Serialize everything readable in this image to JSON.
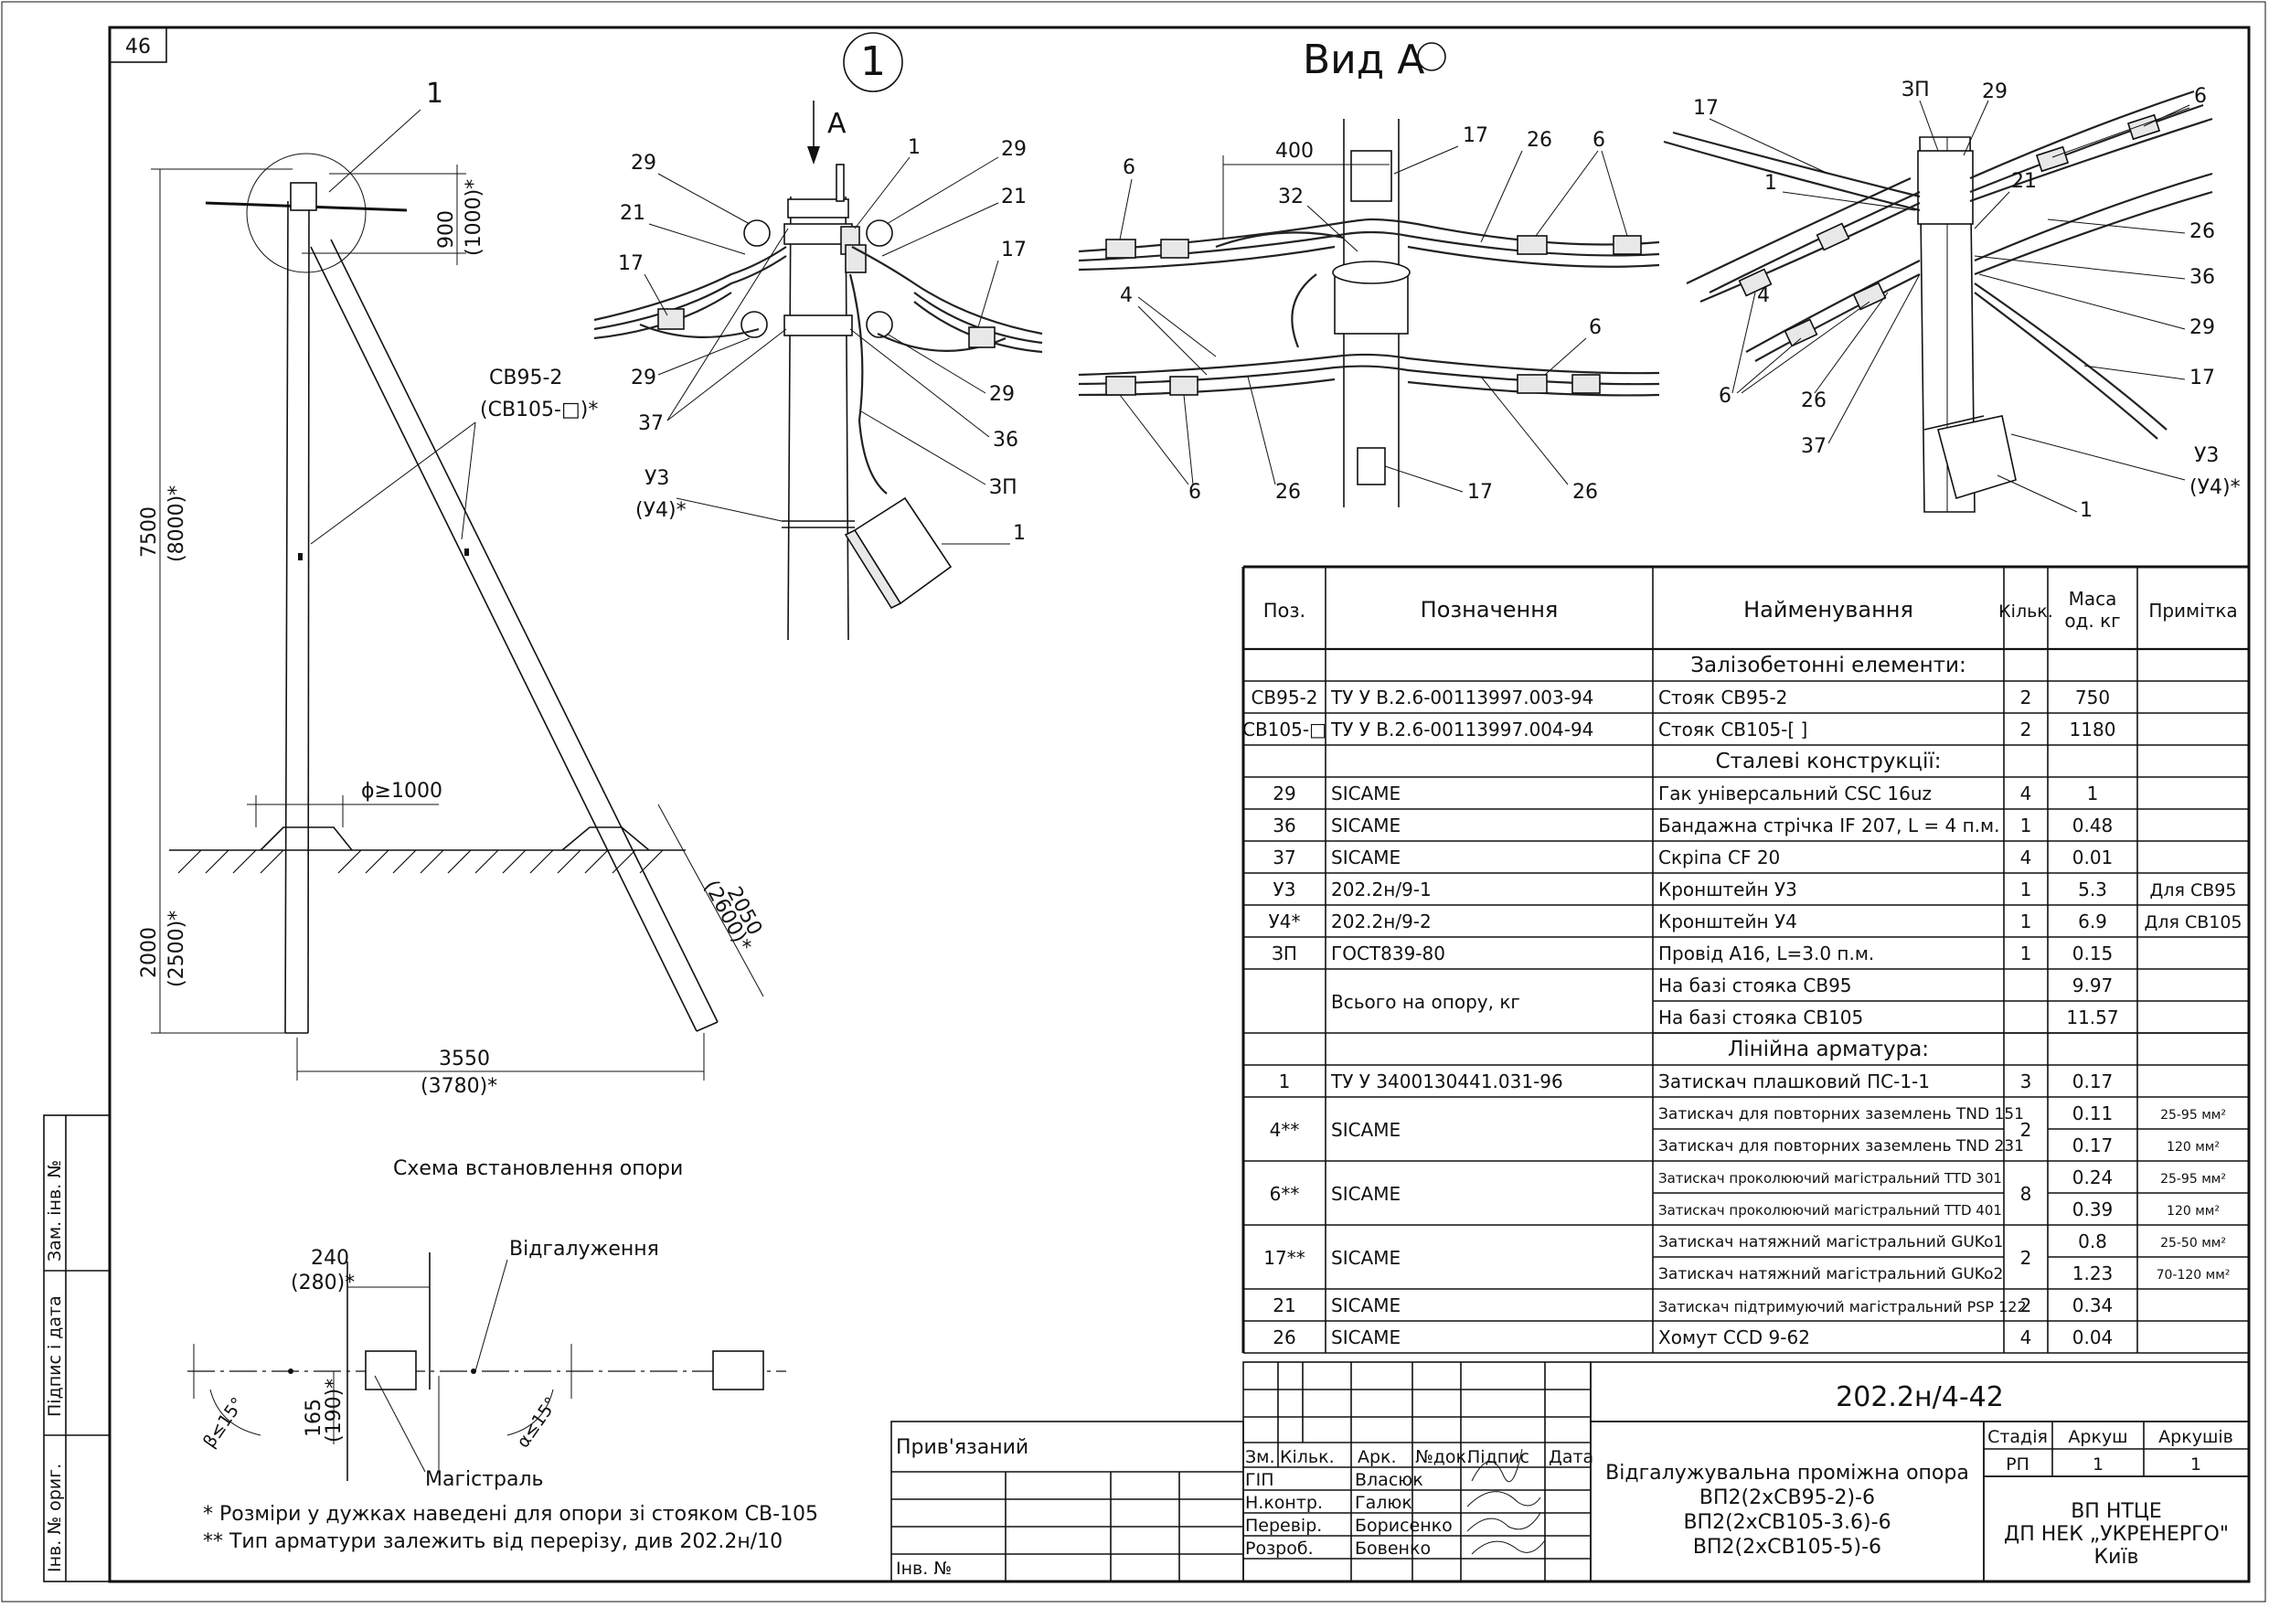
{
  "sheet_number": "46",
  "callout_1": "1",
  "view_title": "Вид А",
  "left_side_labels": [
    "Інв. № ориг.",
    "Підпис і дата",
    "Зам. інв. №"
  ],
  "pole_scheme": {
    "caption": "Схема встановлення опори",
    "label_pos1": "1",
    "dim_900": "900",
    "dim_1000": "(1000)*",
    "dim_7500": "7500",
    "dim_8000": "(8000)*",
    "dim_2000": "2000",
    "dim_2500": "(2500)*",
    "dim_2050": "2050",
    "dim_2600": "(2600)*",
    "dim_3550": "3550",
    "dim_3780": "(3780)*",
    "dim_phi": "ϕ≥1000",
    "pole_label_1": "СВ95-2",
    "pole_label_2": "(СВ105-□)*"
  },
  "plan_scheme": {
    "label_branch": "Відгалуження",
    "label_main": "Магістраль",
    "dim_240": "240",
    "dim_280": "(280)*",
    "dim_165": "165",
    "dim_190": "(190)*",
    "angle_beta": "β≤15°",
    "angle_alpha": "α≤15°"
  },
  "notes": [
    "* Розміри у дужках наведені для опори зі стояком СВ-105",
    "** Тип арматури залежить від перерізу, див 202.2н/10"
  ],
  "detail1": {
    "label_a": "А",
    "l_29a": "29",
    "l_21a": "21",
    "l_17a": "17",
    "l_29b": "29",
    "l_37": "37",
    "l_1": "1",
    "l_29c": "29",
    "l_21b": "21",
    "l_17b": "17",
    "l_29d": "29",
    "l_36": "36",
    "l_zp": "ЗП",
    "l_1b": "1",
    "l_u3": "У3",
    "l_u4": "(У4)*"
  },
  "view_a": {
    "l_400": "400",
    "l_17a": "17",
    "l_26a": "26",
    "l_6a": "6",
    "l_6b": "6",
    "l_32": "32",
    "l_4": "4",
    "l_6c": "6",
    "l_6d": "6",
    "l_26b": "26",
    "l_17b": "17",
    "l_26c": "26"
  },
  "iso_view": {
    "l_17": "17",
    "l_zp": "ЗП",
    "l_29a": "29",
    "l_6a": "6",
    "l_1": "1",
    "l_21": "21",
    "l_26a": "26",
    "l_36": "36",
    "l_4": "4",
    "l_29b": "29",
    "l_6b": "6",
    "l_26b": "26",
    "l_17b": "17",
    "l_37": "37",
    "l_u3": "У3",
    "l_u4": "(У4)*",
    "l_1b": "1"
  },
  "spec_table": {
    "headers": [
      "Поз.",
      "Позначення",
      "Найменування",
      "Кільк.",
      "Маса од. кг",
      "Примітка"
    ],
    "rows": [
      {
        "type": "section",
        "text": "Залізобетонні елементи:"
      },
      {
        "type": "row",
        "pos": "СВ95-2",
        "des": "ТУ У В.2.6-00113997.003-94",
        "name": "Стояк СВ95-2",
        "qty": "2",
        "mass": "750",
        "note": ""
      },
      {
        "type": "row",
        "pos": "СВ105-□",
        "des": "ТУ У В.2.6-00113997.004-94",
        "name": "Стояк СВ105-[ ]",
        "qty": "2",
        "mass": "1180",
        "note": ""
      },
      {
        "type": "section",
        "text": "Сталеві конструкції:"
      },
      {
        "type": "row",
        "pos": "29",
        "des": "SICAME",
        "name": "Гак універсальний CSC 16uz",
        "qty": "4",
        "mass": "1",
        "note": ""
      },
      {
        "type": "row",
        "pos": "36",
        "des": "SICAME",
        "name": "Бандажна стрічка IF 207, L = 4 п.м.",
        "qty": "1",
        "mass": "0.48",
        "note": ""
      },
      {
        "type": "row",
        "pos": "37",
        "des": "SICAME",
        "name": "Скріпа CF 20",
        "qty": "4",
        "mass": "0.01",
        "note": ""
      },
      {
        "type": "row",
        "pos": "У3",
        "des": "202.2н/9-1",
        "name": "Кронштейн У3",
        "qty": "1",
        "mass": "5.3",
        "note": "Для СВ95"
      },
      {
        "type": "row",
        "pos": "У4*",
        "des": "202.2н/9-2",
        "name": "Кронштейн У4",
        "qty": "1",
        "mass": "6.9",
        "note": "Для СВ105"
      },
      {
        "type": "row",
        "pos": "ЗП",
        "des": "ГОСТ839-80",
        "name": "Провід А16, L=3.0 п.м.",
        "qty": "1",
        "mass": "0.15",
        "note": ""
      }
    ],
    "total_label": "Всього на опору, кг",
    "total_rows": [
      {
        "name": "На базі стояка СВ95",
        "mass": "9.97"
      },
      {
        "name": "На базі стояка СВ105",
        "mass": "11.57"
      }
    ],
    "section_line": "Лінійна арматура:",
    "line_rows": [
      {
        "pos": "1",
        "des": "ТУ У 3400130441.031-96",
        "name": "Затискач плашковий ПС-1-1",
        "qty": "3",
        "mass": "0.17",
        "note": ""
      }
    ],
    "pair_rows": [
      {
        "pos": "4**",
        "des": "SICAME",
        "qty": "2",
        "sub": [
          {
            "name": "Затискач для повторних заземлень TND 151",
            "mass": "0.11",
            "note": "25-95 мм²"
          },
          {
            "name": "Затискач для повторних заземлень TND 231",
            "mass": "0.17",
            "note": "120 мм²"
          }
        ]
      },
      {
        "pos": "6**",
        "des": "SICAME",
        "qty": "8",
        "sub": [
          {
            "name": "Затискач проколюючий магістральний TTD 301",
            "mass": "0.24",
            "note": "25-95 мм²"
          },
          {
            "name": "Затискач проколюючий магістральний TTD 401",
            "mass": "0.39",
            "note": "120 мм²"
          }
        ]
      },
      {
        "pos": "17**",
        "des": "SICAME",
        "qty": "2",
        "sub": [
          {
            "name": "Затискач натяжний магістральний GUKo1",
            "mass": "0.8",
            "note": "25-50 мм²"
          },
          {
            "name": "Затискач натяжний магістральний GUKo2",
            "mass": "1.23",
            "note": "70-120 мм²"
          }
        ]
      }
    ],
    "tail_rows": [
      {
        "pos": "21",
        "des": "SICAME",
        "name": "Затискач підтримуючий магістральний PSP 122",
        "qty": "2",
        "mass": "0.34",
        "note": ""
      },
      {
        "pos": "26",
        "des": "SICAME",
        "name": "Хомут CCD 9-62",
        "qty": "4",
        "mass": "0.04",
        "note": ""
      }
    ]
  },
  "title_block": {
    "bound_label": "Прив'язаний",
    "inv_label": "Інв. №",
    "col_headers": [
      "Зм.",
      "Кільк.",
      "Арк.",
      "№док.",
      "Підпис",
      "Дата"
    ],
    "roles": [
      {
        "role": "ГІП",
        "name": "Власюк"
      },
      {
        "role": "Н.контр.",
        "name": "Галюк"
      },
      {
        "role": "Перевір.",
        "name": "Борисенко"
      },
      {
        "role": "Розроб.",
        "name": "Бовенко"
      }
    ],
    "doc_code": "202.2н/4-42",
    "doc_title": [
      "Відгалужувальна проміжна опора",
      "ВП2(2хСВ95-2)-6",
      "ВП2(2хСВ105-3.6)-6",
      "ВП2(2хСВ105-5)-6"
    ],
    "stage_headers": [
      "Стадія",
      "Аркуш",
      "Аркушів"
    ],
    "stage_values": [
      "РП",
      "1",
      "1"
    ],
    "org": [
      "ВП НТЦЕ",
      "ДП НЕК „УКРЕНЕРГО\"",
      "Київ"
    ]
  }
}
